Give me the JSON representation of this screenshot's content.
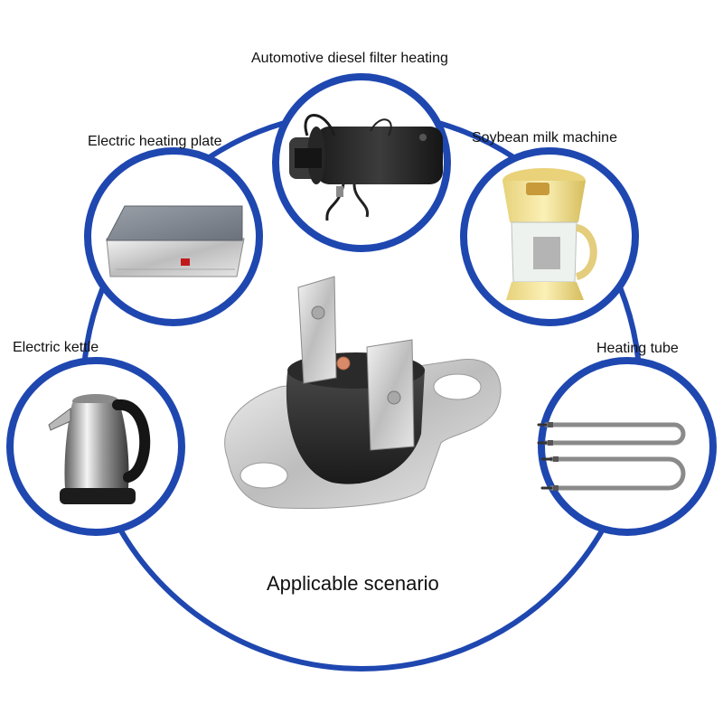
{
  "colors": {
    "ring": "#1f47b0",
    "background": "#ffffff",
    "text": "#111111"
  },
  "labels": {
    "diesel": "Automotive diesel filter heating",
    "plate": "Electric heating plate",
    "soy": "Soybean milk machine",
    "kettle": "Electric kettle",
    "tube": "Heating tube"
  },
  "caption": "Applicable scenario",
  "icons": {
    "center": "thermostat-switch-icon",
    "diesel": "diesel-filter-heater-icon",
    "plate": "heating-plate-icon",
    "soy": "soymilk-maker-icon",
    "kettle": "electric-kettle-icon",
    "tube": "heating-tube-icon"
  }
}
